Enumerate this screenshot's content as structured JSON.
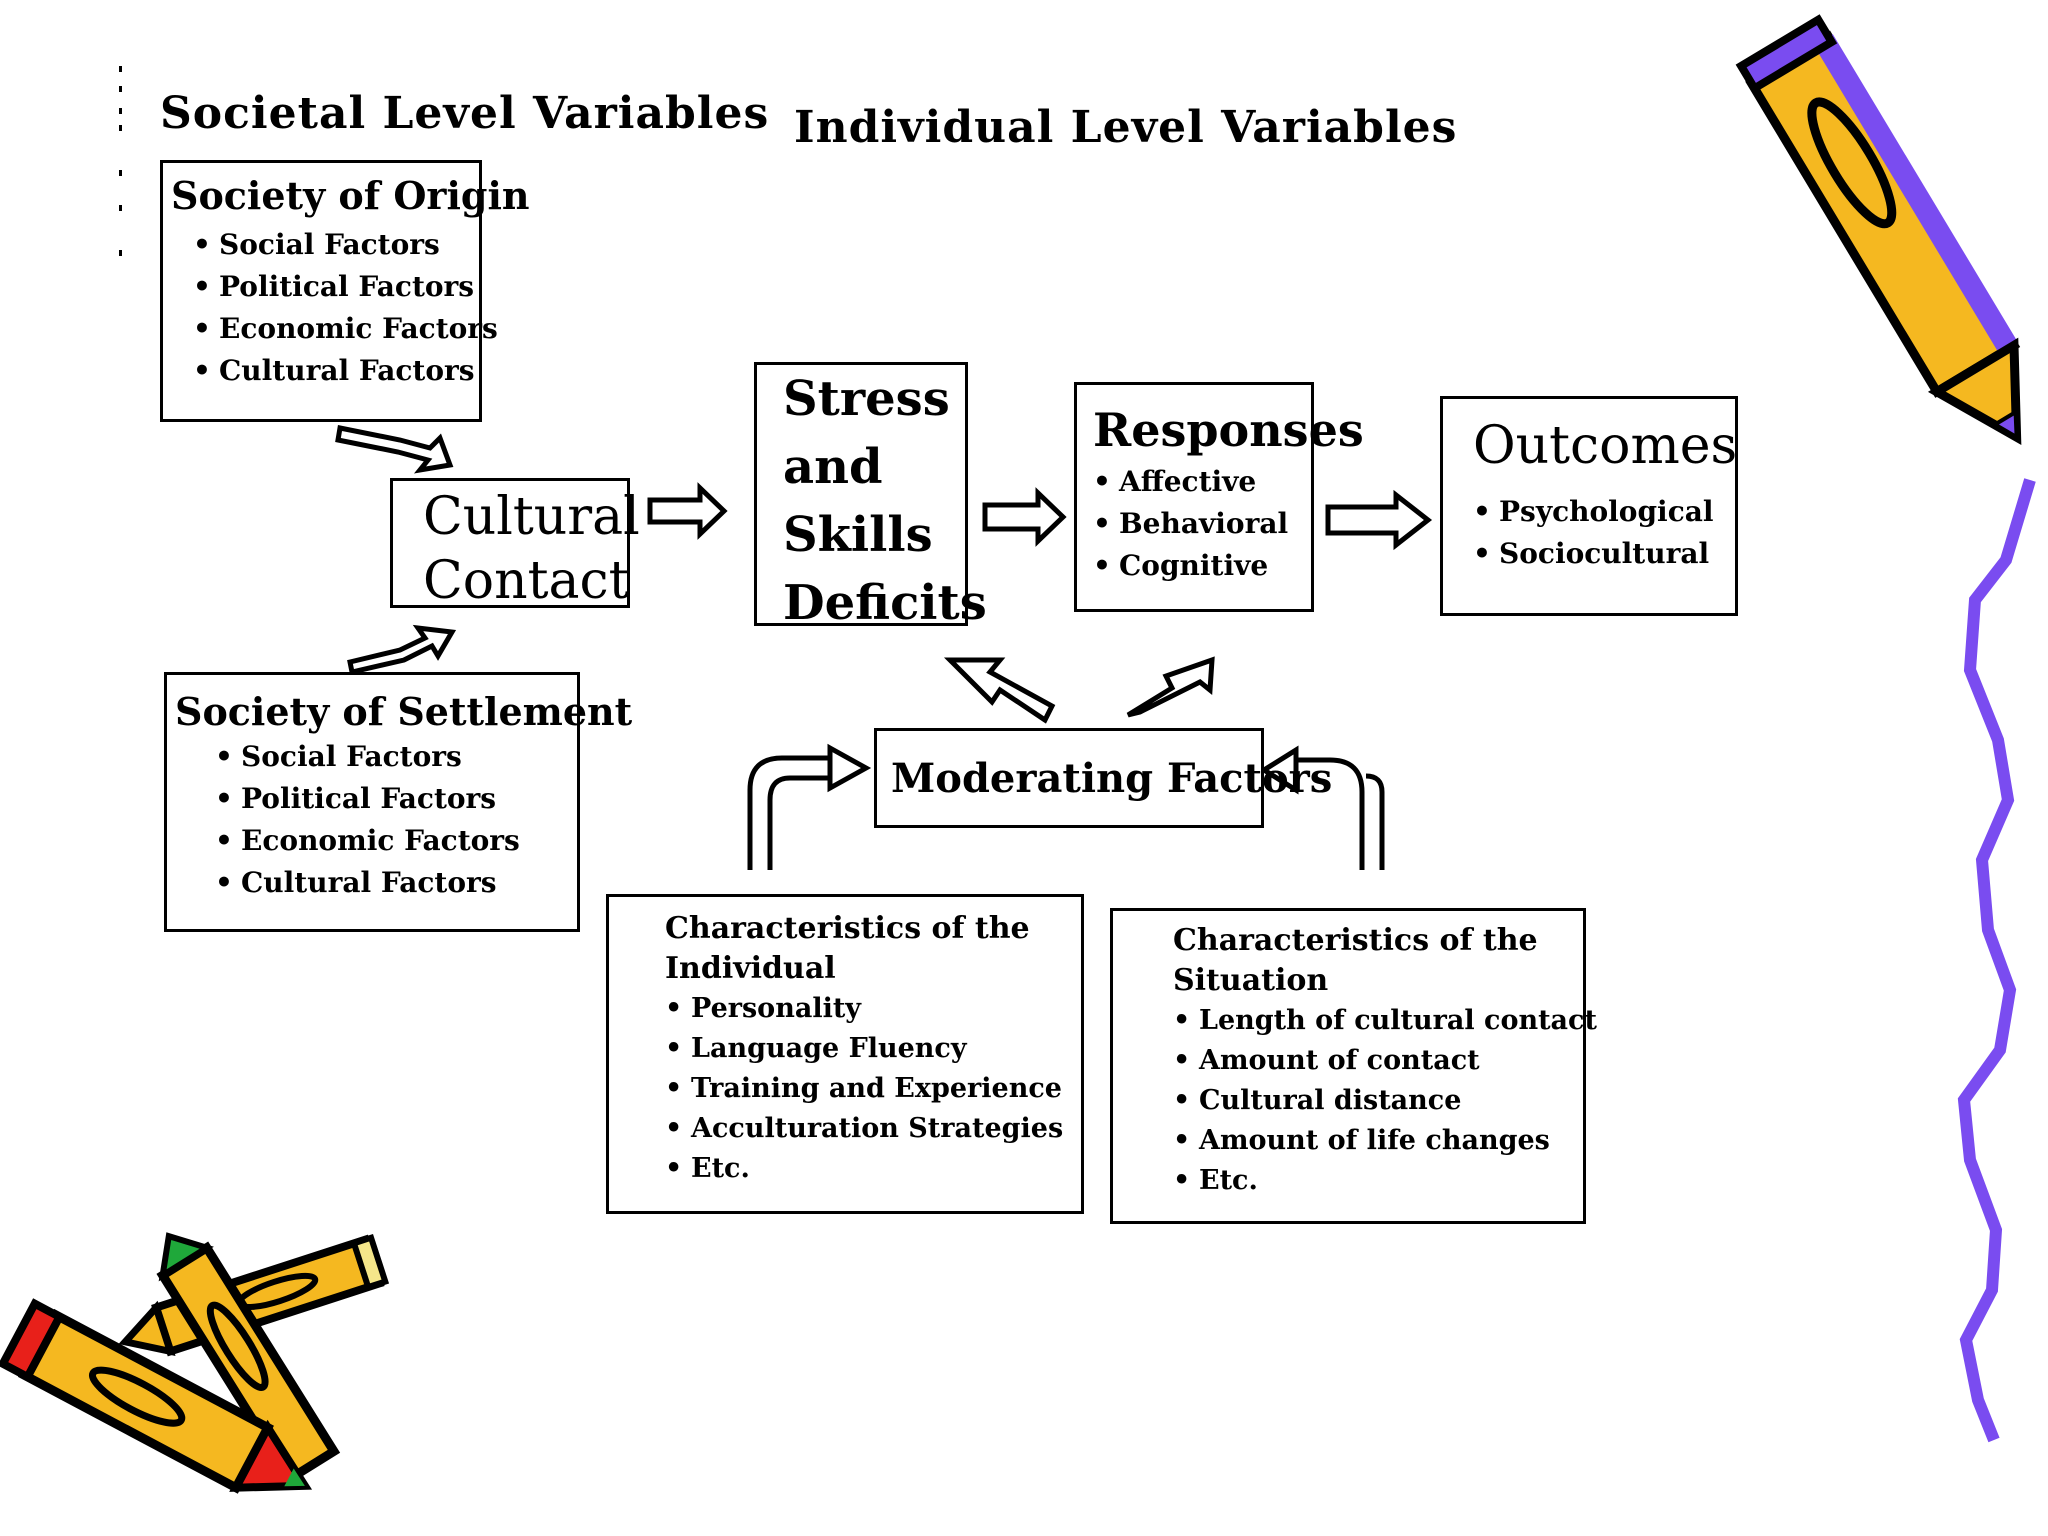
{
  "headings": {
    "societal": "Societal Level Variables",
    "individual": "Individual Level Variables"
  },
  "society_origin": {
    "title": "Society of Origin",
    "items": [
      "Social Factors",
      "Political Factors",
      "Economic Factors",
      "Cultural Factors"
    ]
  },
  "cultural_contact": {
    "line1": "Cultural",
    "line2": "Contact"
  },
  "society_settlement": {
    "title": "Society of Settlement",
    "items": [
      "Social Factors",
      "Political Factors",
      "Economic Factors",
      "Cultural Factors"
    ]
  },
  "stress": {
    "line1": "Stress",
    "line2": "and",
    "line3": "Skills",
    "line4": "Deficits"
  },
  "responses": {
    "title": "Responses",
    "items": [
      "Affective",
      "Behavioral",
      "Cognitive"
    ]
  },
  "outcomes": {
    "title": "Outcomes",
    "items": [
      "Psychological",
      "Sociocultural"
    ]
  },
  "moderating": {
    "title": "Moderating Factors"
  },
  "char_individual": {
    "title_line1": "Characteristics of the",
    "title_line2": "Individual",
    "items": [
      "Personality",
      "Language Fluency",
      "Training and Experience",
      "Acculturation Strategies",
      "Etc."
    ]
  },
  "char_situation": {
    "title_line1": "Characteristics of the",
    "title_line2": "Situation",
    "items": [
      "Length of cultural contact",
      "Amount of contact",
      "Cultural distance",
      "Amount of life changes",
      "Etc."
    ]
  },
  "colors": {
    "pencil_yellow": "#f5b820",
    "pencil_purple": "#7a4cf0",
    "pencil_red": "#e8201a",
    "pencil_green": "#1fa83a",
    "squiggle": "#7a4cf0"
  }
}
